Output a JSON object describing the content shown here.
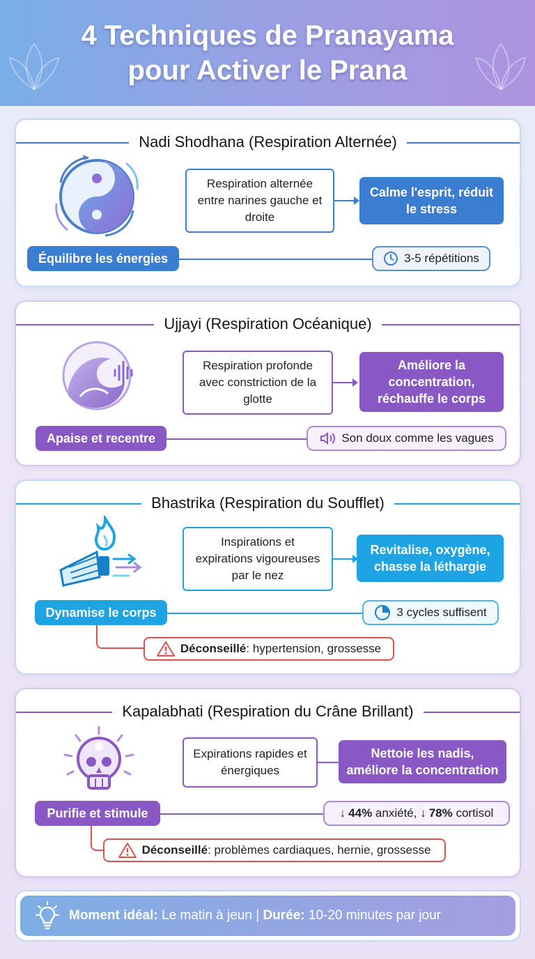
{
  "title": {
    "line1": "4 Techniques de Pranayama",
    "line2": "pour Activer le Prana"
  },
  "colors": {
    "blue": "#3b7dd0",
    "blue_light": "#4a90d9",
    "purple": "#8a58c4",
    "cyan": "#1ea3e3",
    "warning": "#d9534f"
  },
  "techniques": [
    {
      "name": "Nadi Shodhana (Respiration Alternée)",
      "icon": "yin-yang-icon",
      "description": "Respiration alternée entre narines gauche et droite",
      "benefit": "Calme l'esprit, réduit le stress",
      "tag": "Équilibre les énergies",
      "pill_icon": "clock-icon",
      "pill": "3-5 répétitions"
    },
    {
      "name": "Ujjayi (Respiration Océanique)",
      "icon": "wave-icon",
      "description": "Respiration profonde avec constriction de la glotte",
      "benefit": "Améliore la concentration, réchauffe le corps",
      "tag": "Apaise et recentre",
      "pill_icon": "speaker-icon",
      "pill": "Son doux comme les vagues"
    },
    {
      "name": "Bhastrika (Respiration du Soufflet)",
      "icon": "bellows-fire-icon",
      "description": "Inspirations et expirations vigoureuses par le nez",
      "benefit": "Revitalise, oxygène, chasse la léthargie",
      "tag": "Dynamise le corps",
      "pill_icon": "timer-icon",
      "pill": "3 cycles suffisent",
      "warning_label": "Déconseillé",
      "warning_text": ": hypertension, grossesse"
    },
    {
      "name": "Kapalabhati (Respiration du Crâne Brillant)",
      "icon": "glowing-skull-icon",
      "description": "Expirations rapides et énergiques",
      "benefit": "Nettoie les nadis, améliore la concentration",
      "tag": "Purifie et stimule",
      "pill_arrow1": "↓",
      "pill_value1": "44%",
      "pill_text1": " anxiété, ",
      "pill_arrow2": "↓",
      "pill_value2": "78%",
      "pill_text2": " cortisol",
      "warning_label": "Déconseillé",
      "warning_text": ": problèmes cardiaques, hernie, grossesse"
    }
  ],
  "footer": {
    "icon": "lightbulb-icon",
    "moment_label": "Moment idéal:",
    "moment_value": " Le matin à jeun | ",
    "duration_label": "Durée:",
    "duration_value": " 10-20 minutes par jour"
  }
}
